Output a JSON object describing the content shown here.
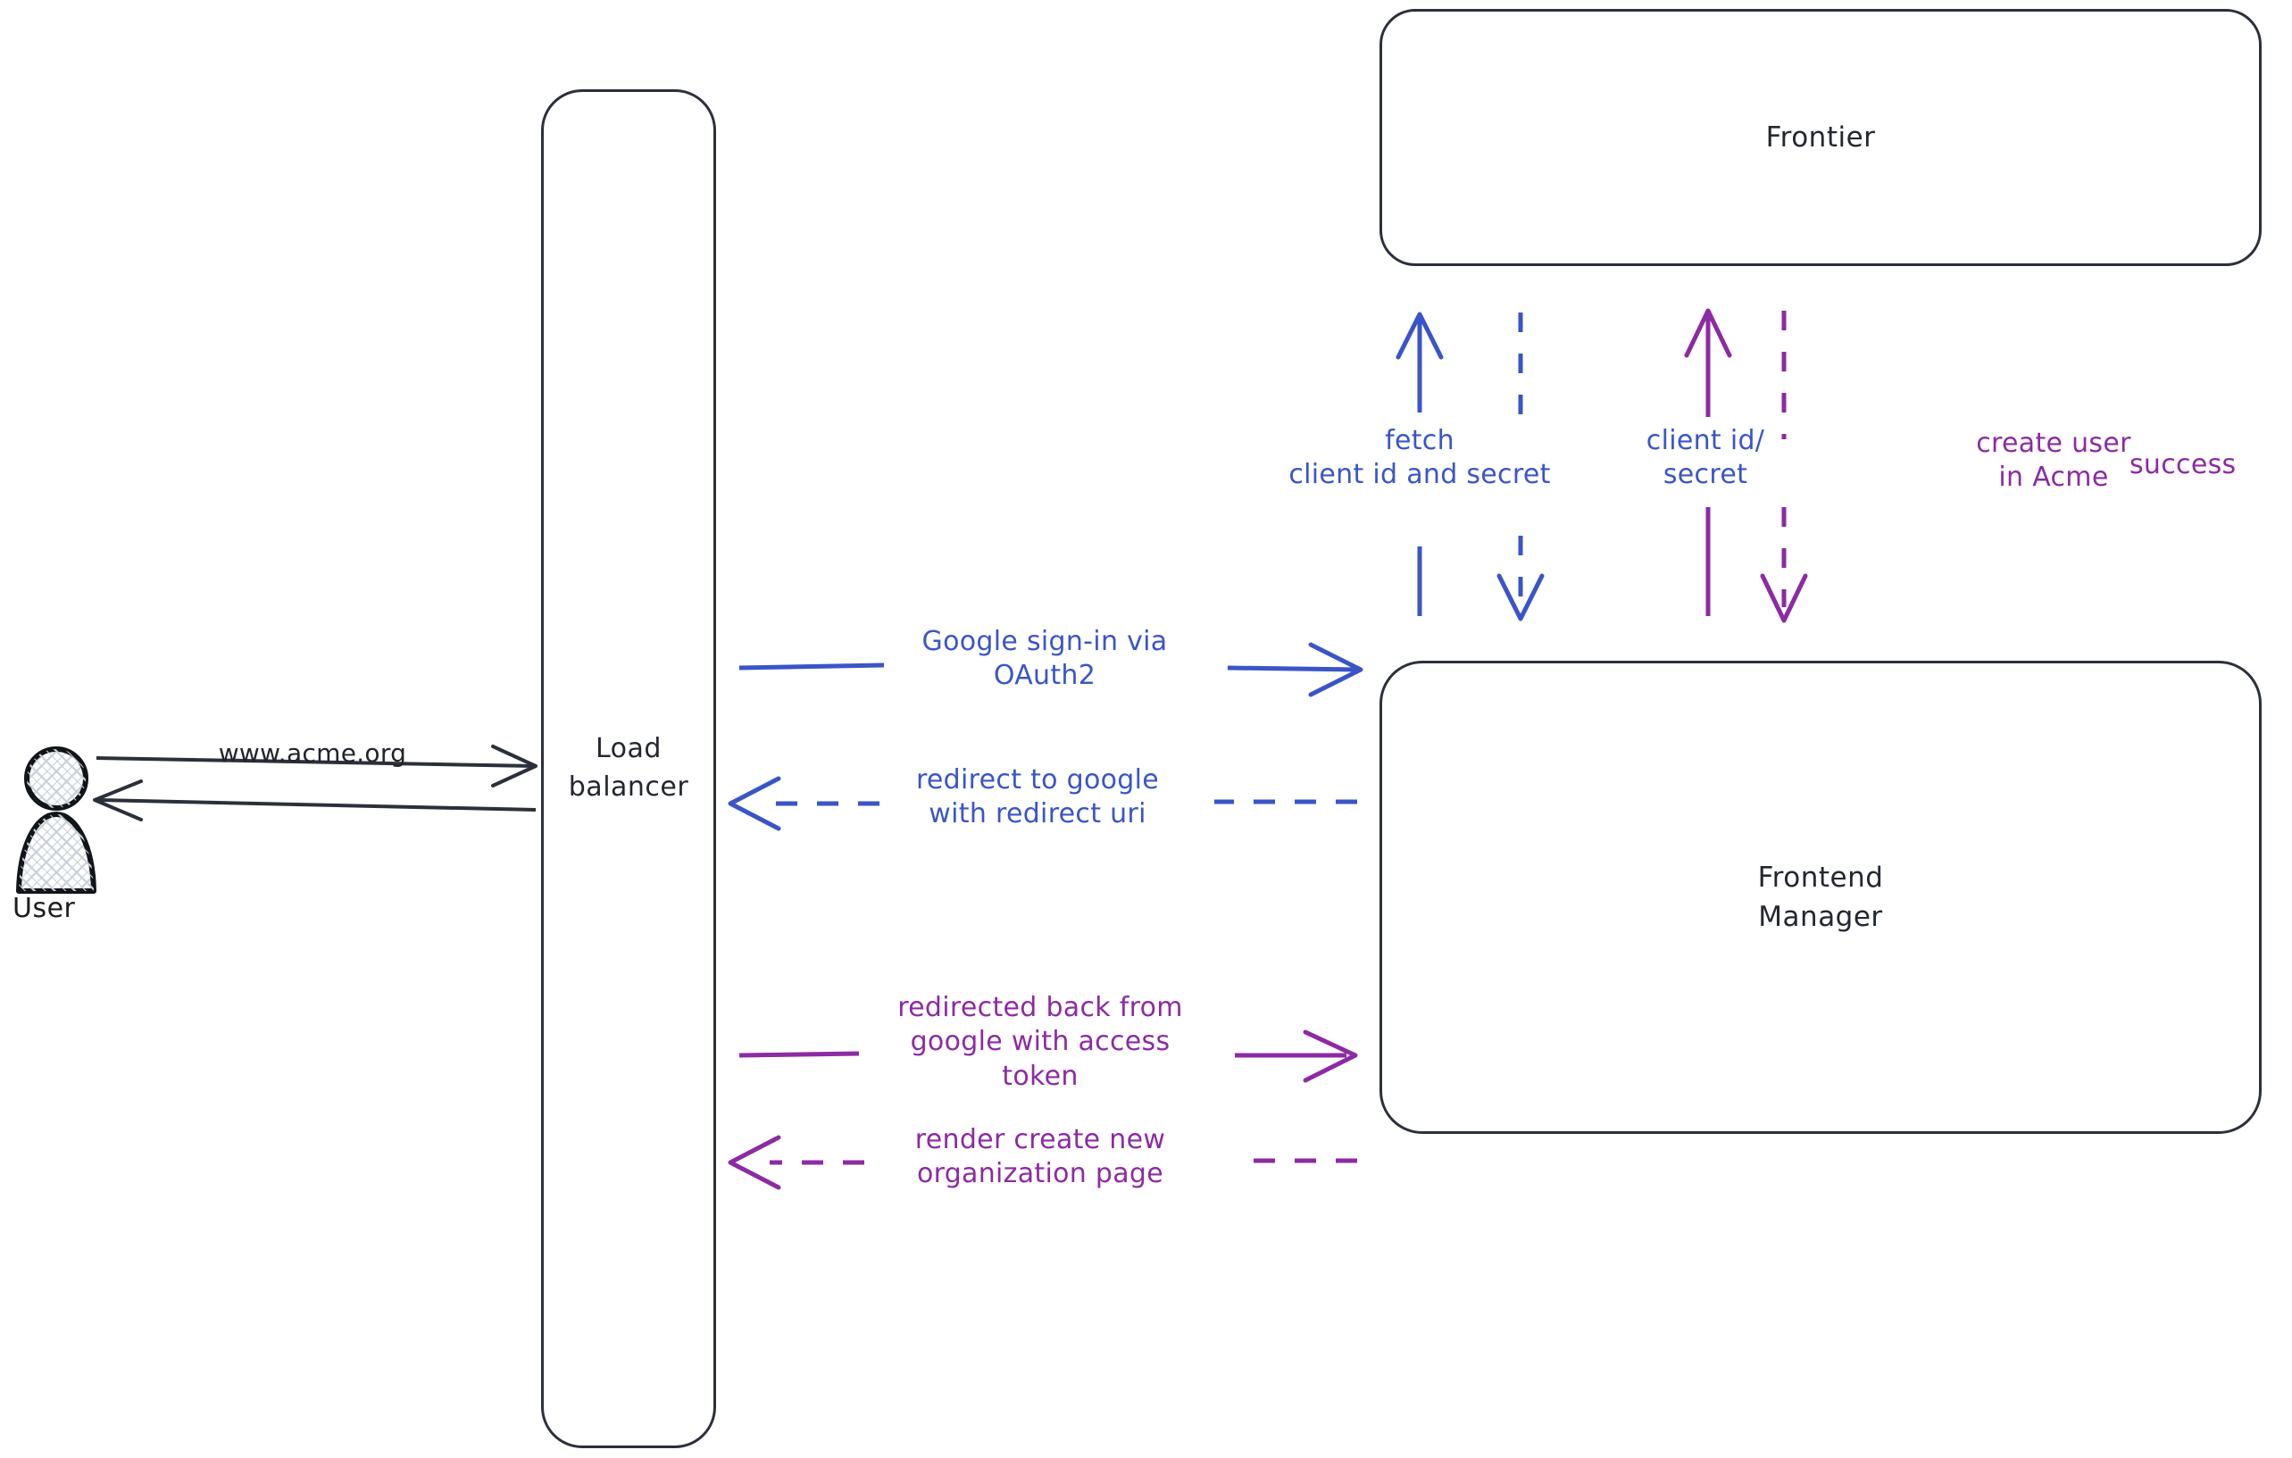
{
  "diagram": {
    "title": "Google OAuth2 sign-in flow",
    "background": "#ffffff",
    "colors": {
      "node_stroke": "#2b303b",
      "node_text": "#232730",
      "blue": "#3a55c8",
      "purple": "#8c2ba3",
      "dark": "#21242c"
    }
  },
  "nodes": {
    "user": {
      "label": "User"
    },
    "load_balancer": {
      "label": "Load\nbalancer"
    },
    "frontier": {
      "label": "Frontier"
    },
    "frontend_manager": {
      "label": "Frontend\nManager"
    }
  },
  "edges": [
    {
      "id": "user-to-lb",
      "from": "user",
      "to": "load_balancer",
      "label": "www.acme.org",
      "color": "#21242c",
      "style": "solid",
      "direction": "right"
    },
    {
      "id": "lb-to-user",
      "from": "load_balancer",
      "to": "user",
      "label": "",
      "color": "#21242c",
      "style": "solid",
      "direction": "left"
    },
    {
      "id": "lb-to-fm-signin",
      "from": "load_balancer",
      "to": "frontend_manager",
      "label": "Google sign-in via\nOAuth2",
      "color": "#3a55c8",
      "style": "solid",
      "direction": "right"
    },
    {
      "id": "fm-to-lb-redirect",
      "from": "frontend_manager",
      "to": "load_balancer",
      "label": "redirect to google\nwith redirect uri",
      "color": "#3a55c8",
      "style": "dashed",
      "direction": "left"
    },
    {
      "id": "lb-to-fm-token",
      "from": "load_balancer",
      "to": "frontend_manager",
      "label": "redirected back from\ngoogle with access\ntoken",
      "color": "#8c2ba3",
      "style": "solid",
      "direction": "right"
    },
    {
      "id": "fm-to-lb-render",
      "from": "frontend_manager",
      "to": "load_balancer",
      "label": "render create new\norganization page",
      "color": "#8c2ba3",
      "style": "dashed",
      "direction": "left"
    },
    {
      "id": "fm-to-frontier-fetch",
      "from": "frontend_manager",
      "to": "frontier",
      "label": "fetch\nclient id and secret",
      "color": "#3a55c8",
      "style": "solid",
      "direction": "up"
    },
    {
      "id": "frontier-to-fm-creds",
      "from": "frontier",
      "to": "frontend_manager",
      "label": "client id/\nsecret",
      "color": "#3a55c8",
      "style": "dashed",
      "direction": "down"
    },
    {
      "id": "fm-to-frontier-create",
      "from": "frontend_manager",
      "to": "frontier",
      "label": "create user\nin Acme",
      "color": "#8c2ba3",
      "style": "solid",
      "direction": "up"
    },
    {
      "id": "frontier-to-fm-success",
      "from": "frontier",
      "to": "frontend_manager",
      "label": "success",
      "color": "#8c2ba3",
      "style": "dashed",
      "direction": "down"
    }
  ]
}
